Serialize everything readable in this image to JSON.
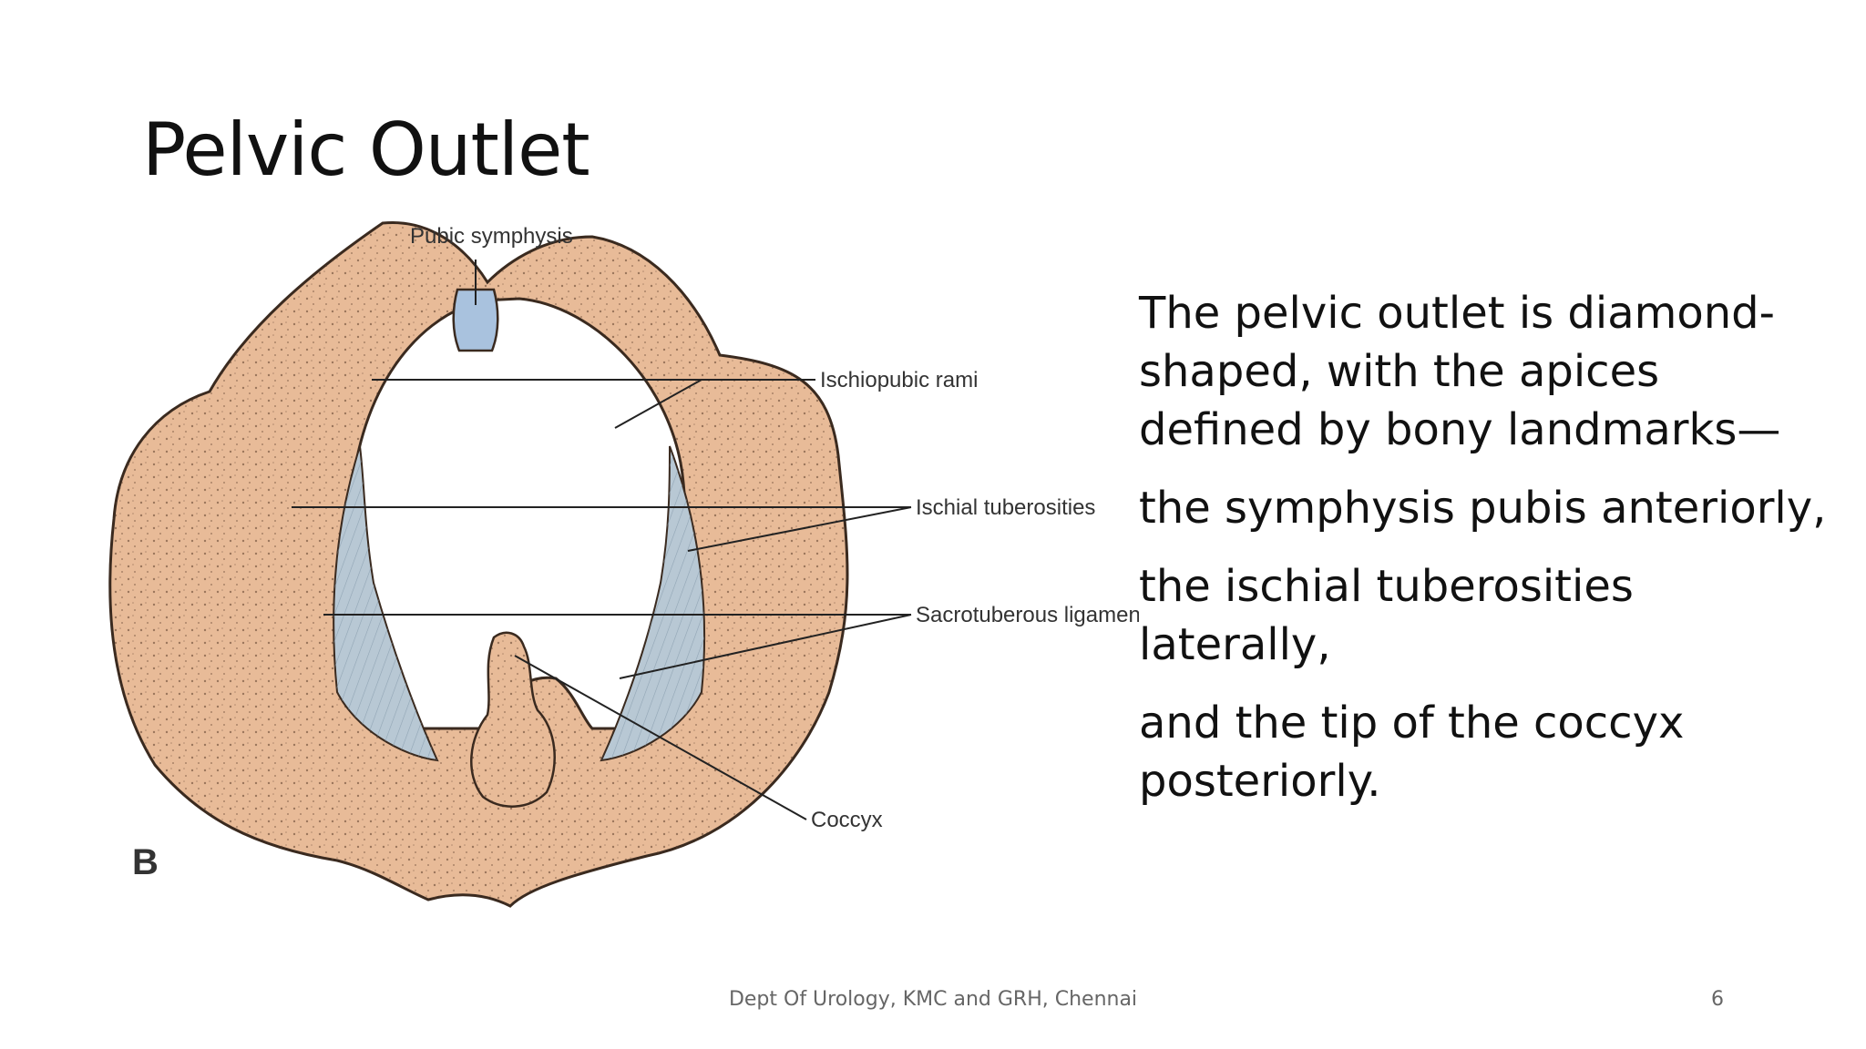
{
  "slide": {
    "title": "Pelvic Outlet",
    "figure": {
      "letter": "B",
      "labels": {
        "pubic_symphysis": "Pubic symphysis",
        "ischiopubic_rami": "Ischiopubic rami",
        "ischial_tuberosities": "Ischial tuberosities",
        "sacrotuberous_ligaments": "Sacrotuberous ligaments",
        "coccyx": "Coccyx"
      },
      "colors": {
        "bone": "#e8bb98",
        "ligament": "#b8c8d4",
        "symphysis": "#a9c2de",
        "outline": "#3a2a1f"
      }
    },
    "paragraphs": [
      "The pelvic outlet is diamond-shaped, with the apices defined by bony landmarks—",
      "the symphysis pubis anteriorly,",
      "the ischial tuberosities laterally,",
      "and the tip of the coccyx posteriorly."
    ],
    "footer": {
      "department": "Dept Of Urology, KMC and GRH, Chennai",
      "page_number": "6"
    }
  }
}
